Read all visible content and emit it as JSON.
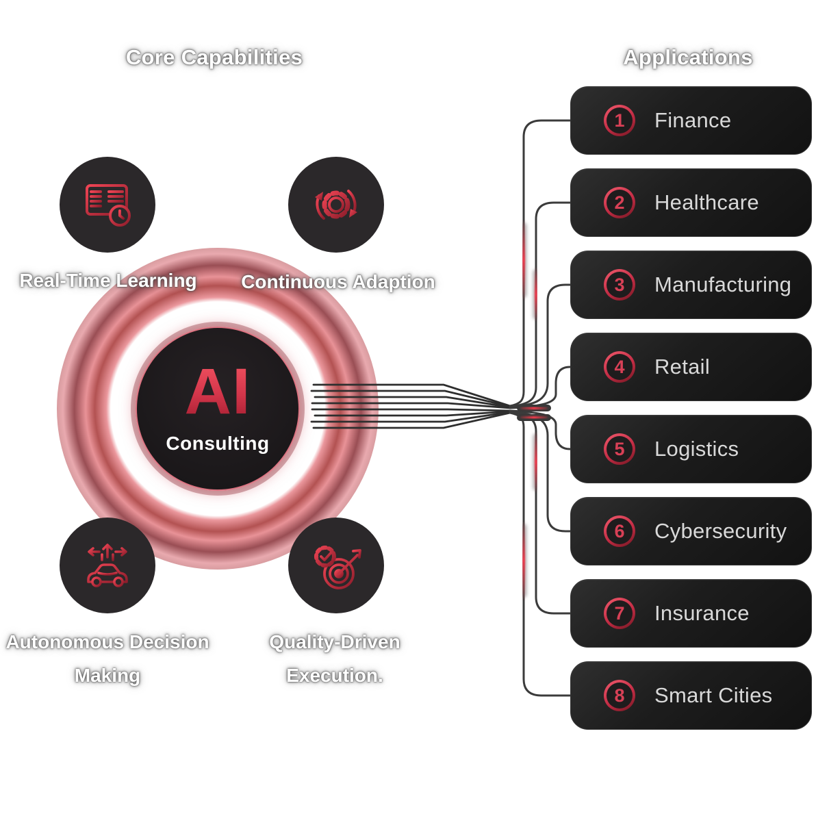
{
  "titles": {
    "left": "Core Capabilities",
    "right": "Applications"
  },
  "hub": {
    "title": "AI",
    "subtitle": "Consulting"
  },
  "capabilities": [
    {
      "line1": "Real-Time Learning",
      "line2": "",
      "icon": "ledger-clock-icon"
    },
    {
      "line1": "Continuous Adaption",
      "line2": "",
      "icon": "gear-cycle-icon"
    },
    {
      "line1": "Autonomous Decision",
      "line2": "Making",
      "icon": "autonomous-car-icon"
    },
    {
      "line1": "Quality-Driven",
      "line2": "Execution.",
      "icon": "target-dart-icon"
    }
  ],
  "applications": [
    {
      "number": "1",
      "label": "Finance"
    },
    {
      "number": "2",
      "label": "Healthcare"
    },
    {
      "number": "3",
      "label": "Manufacturing"
    },
    {
      "number": "4",
      "label": "Retail"
    },
    {
      "number": "5",
      "label": "Logistics"
    },
    {
      "number": "6",
      "label": "Cybersecurity"
    },
    {
      "number": "7",
      "label": "Insurance"
    },
    {
      "number": "8",
      "label": "Smart Cities"
    }
  ],
  "colors": {
    "accent_red": "#d43a50",
    "glow_pink": "#e08a92",
    "deep_red": "#8c1a22",
    "card_bg": "#1d1d1d",
    "card_text": "#d9d9d9",
    "icon_circle_bg": "#2b282a",
    "connector_gray": "#3a3a3a",
    "background": "#ffffff"
  }
}
